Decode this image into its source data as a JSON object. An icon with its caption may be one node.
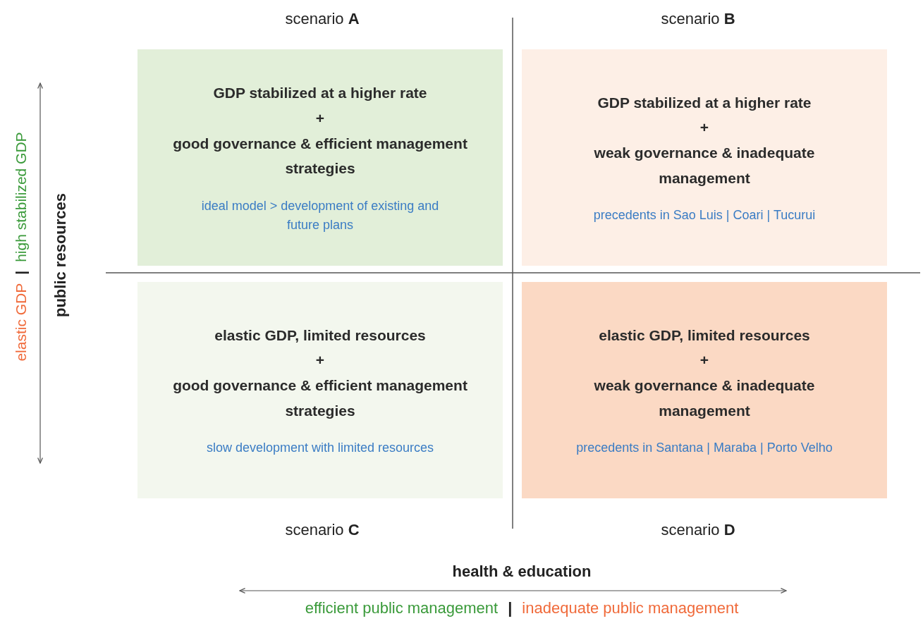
{
  "diagram": {
    "nodes": [
      {
        "text": [
          "GDP stabilized at a higher rate",
          "+",
          "good governance & efficient management strategies",
          "ideal model > development of existing and future plans"
        ]
      },
      {
        "text": [
          "GDP stabilized at a higher rate",
          "+",
          "weak governance & inadequate management",
          "precedents in Sao Luis | Coari | Tucurui"
        ]
      },
      {
        "text": [
          "elastic GDP, limited resources",
          "+",
          "good governance & efficient management strategies",
          "slow development with limited resources"
        ]
      },
      {
        "text": [
          "elastic GDP, limited resources",
          "+",
          "weak governance & inadequate management",
          "precedents in Santana | Maraba | Porto Velho"
        ]
      }
    ],
    "edges": [],
    "labels": [
      "scenario **A**",
      "scenario **B**",
      "elastic GDP",
      "|",
      "high stabilized GDP",
      "public resources",
      "scenario **C**",
      "scenario **D**",
      "health & education",
      "efficient public management",
      "|",
      "inadequate public management"
    ]
  }
}
